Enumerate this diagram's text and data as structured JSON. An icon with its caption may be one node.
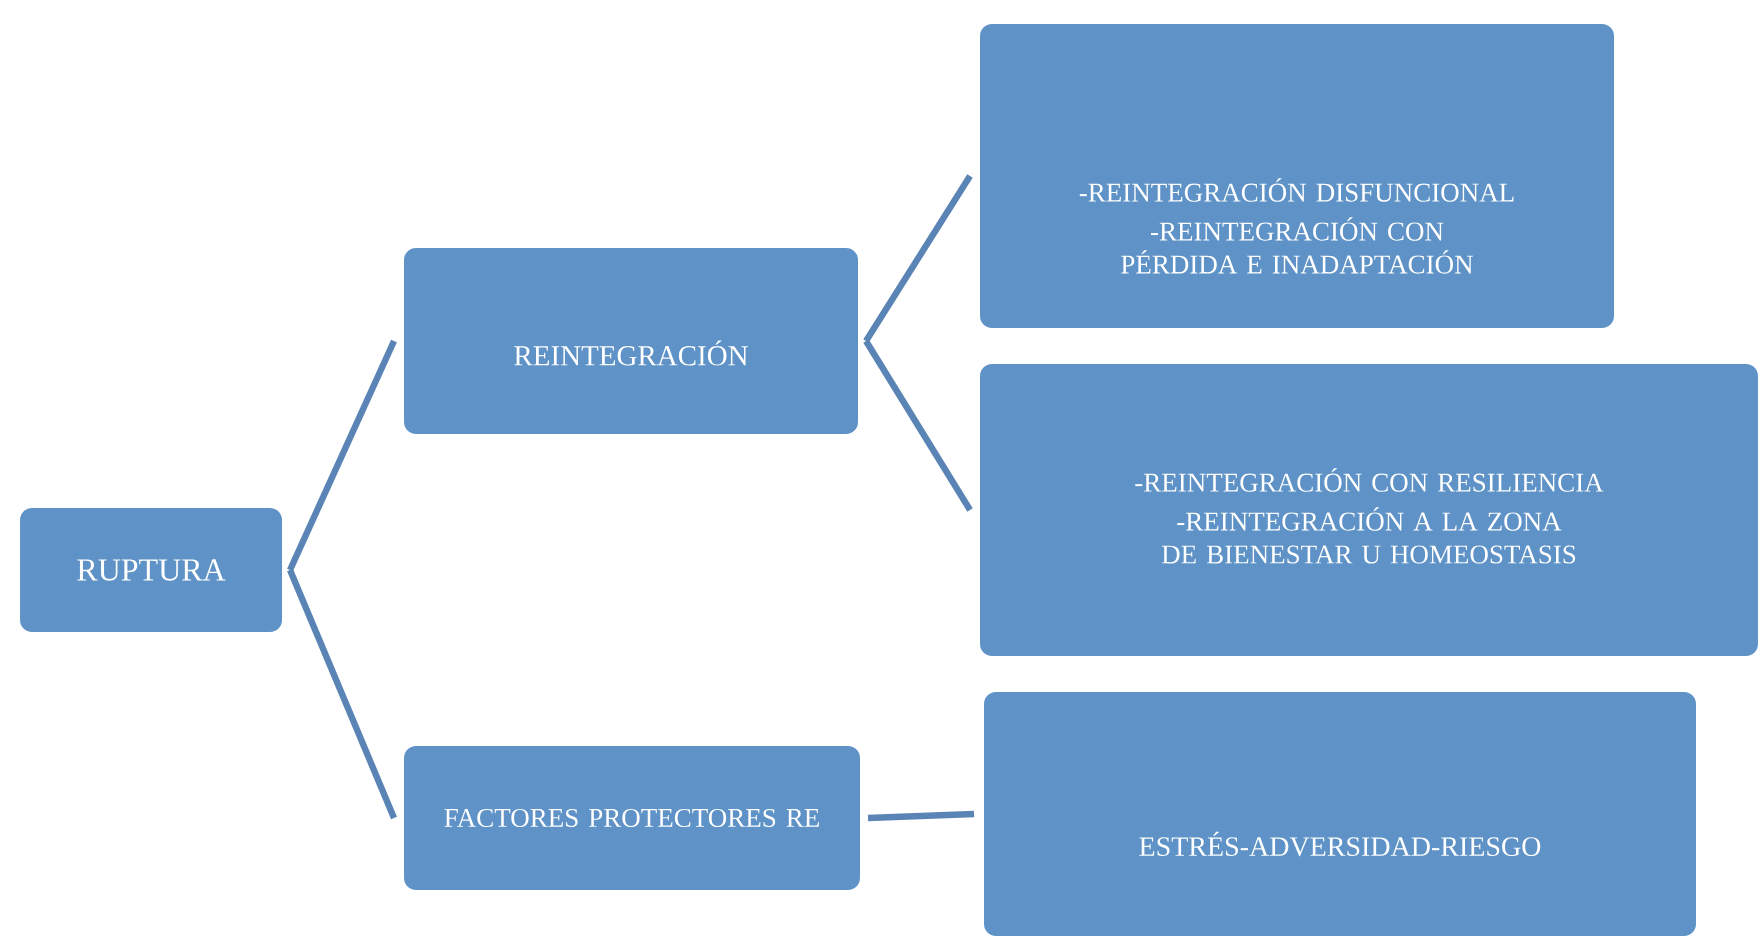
{
  "diagram": {
    "nodes": [
      {
        "text": [
          "RUPTURA"
        ]
      },
      {
        "text": [
          "REINTEGRACIÓN"
        ]
      },
      {
        "text": [
          "-REINTEGRACIÓN DISFUNCIONAL",
          "-REINTEGRACIÓN CON PÉRDIDA E INADAPTACIÓN"
        ]
      },
      {
        "text": [
          "-REINTEGRACIÓN CON RESILIENCIA",
          "-REINTEGRACIÓN A LA ZONA DE BIENESTAR U HOMEOSTASIS"
        ]
      },
      {
        "text": [
          "FACTORES PROTECTORES RE"
        ]
      },
      {
        "text": [
          "ESTRÉS-ADVERSIDAD-RIESGO"
        ]
      }
    ],
    "edges": [
      {
        "from": 0,
        "to": 1,
        "arrow": "none"
      },
      {
        "from": 1,
        "to": 2,
        "arrow": "none"
      },
      {
        "from": 1,
        "to": 3,
        "arrow": "none"
      },
      {
        "from": 0,
        "to": 4,
        "arrow": "none"
      },
      {
        "from": 4,
        "to": 5,
        "arrow": "none"
      }
    ]
  }
}
